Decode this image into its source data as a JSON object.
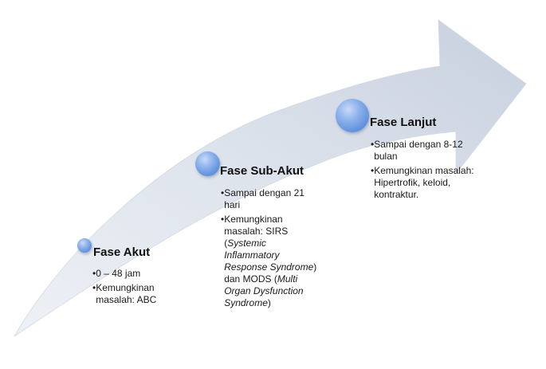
{
  "phases": [
    {
      "title": "Fase Akut",
      "bullets": [
        "0 – 48 jam",
        "Kemungkinan masalah: ABC"
      ]
    },
    {
      "title": "Fase Sub-Akut",
      "bullets": [
        "Sampai dengan 21 hari",
        "Kemungkinan masalah: SIRS (Systemic Inflammatory Response Syndrome) dan MODS (Multi Organ Dysfunction Syndrome)"
      ],
      "segments": {
        "b1_line1": "Sampai dengan 21",
        "b1_line2": "hari",
        "b2_line1": "Kemungkinan",
        "b2_line2": "masalah: SIRS",
        "b2_paren_open": "(",
        "b2_italic1": "Systemic",
        "b2_italic2": "Inflammatory",
        "b2_italic3": "Response Syndrome",
        "b2_paren_close": ")",
        "b2_line6_plain": "dan MODS (",
        "b2_italic4": "Multi",
        "b2_italic5": "Organ Dysfunction",
        "b2_italic6": "Syndrome",
        "b2_close": ")"
      }
    },
    {
      "title": "Fase Lanjut",
      "bullets": [
        "Sampai dengan 8-12 bulan",
        "Kemungkinan masalah: Hipertrofik, keloid, kontraktur."
      ]
    }
  ],
  "bullet_char": "•",
  "colors": {
    "arrow_fill_light": "#e8ecf3",
    "arrow_fill_dark": "#c9d1df",
    "dot": "#6f9be2"
  }
}
